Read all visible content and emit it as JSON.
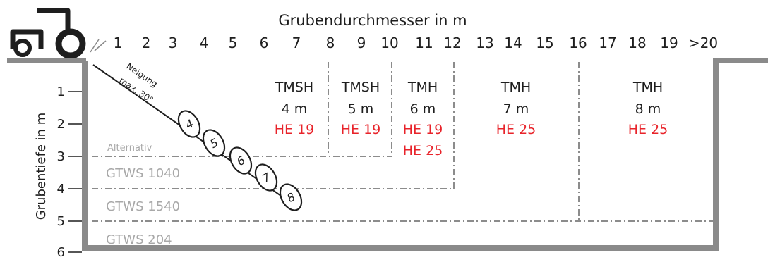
{
  "title": "Grubendurchmesser in m",
  "y_axis_label": "Grubentiefe  in m",
  "x_ticks": [
    "1",
    "2",
    "3",
    "4",
    "5",
    "6",
    "7",
    "8",
    "9",
    "10",
    "11",
    "12",
    "13",
    "14",
    "15",
    "16",
    "17",
    "18",
    "19",
    ">20"
  ],
  "y_ticks": [
    "1",
    "2",
    "3",
    "4",
    "5",
    "6"
  ],
  "slope_label_line1": "Neigung",
  "slope_label_line2": "max. 30°",
  "alternativ_label": "Alternativ",
  "depth_zones": [
    {
      "label": "GTWS 1040",
      "max_depth_m": 4
    },
    {
      "label": "GTWS 1540",
      "max_depth_m": 5
    },
    {
      "label": "GTWS 204",
      "max_depth_m": 6
    }
  ],
  "machine_columns": [
    {
      "model": "TMSH",
      "diameter": "4 m",
      "heads": [
        "HE 19"
      ]
    },
    {
      "model": "TMSH",
      "diameter": "5 m",
      "heads": [
        "HE 19"
      ]
    },
    {
      "model": "TMH",
      "diameter": "6 m",
      "heads": [
        "HE 19",
        "HE 25"
      ]
    },
    {
      "model": "TMH",
      "diameter": "7 m",
      "heads": [
        "HE 25"
      ]
    },
    {
      "model": "TMH",
      "diameter": "8 m",
      "heads": [
        "HE 25"
      ]
    }
  ],
  "slope_markers": [
    "4",
    "5",
    "6",
    "7",
    "8"
  ],
  "colors": {
    "frame": "#8a8a8a",
    "text": "#1e1e1e",
    "accent": "#e8232a",
    "muted": "#a8a8a8",
    "dashed": "#8c8c8c"
  },
  "icon": "tractor-icon"
}
